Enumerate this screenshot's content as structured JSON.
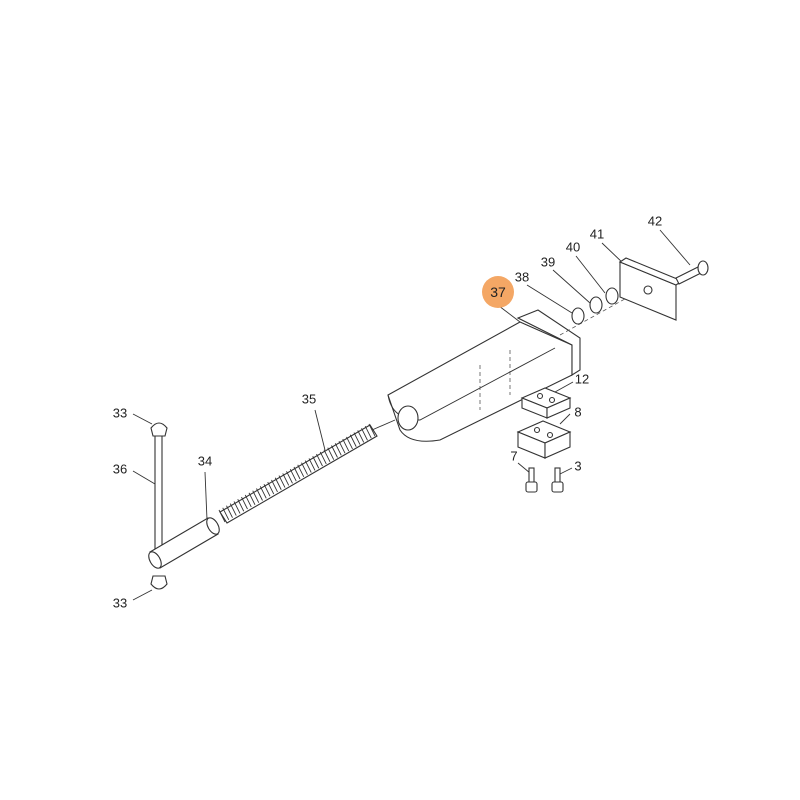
{
  "diagram": {
    "highlight_color": "#f4a765",
    "highlighted_part": "37",
    "callouts": [
      {
        "id": "33a",
        "label": "33"
      },
      {
        "id": "36",
        "label": "36"
      },
      {
        "id": "34",
        "label": "34"
      },
      {
        "id": "35",
        "label": "35"
      },
      {
        "id": "33b",
        "label": "33"
      },
      {
        "id": "37",
        "label": "37"
      },
      {
        "id": "38",
        "label": "38"
      },
      {
        "id": "39",
        "label": "39"
      },
      {
        "id": "40",
        "label": "40"
      },
      {
        "id": "41",
        "label": "41"
      },
      {
        "id": "42",
        "label": "42"
      },
      {
        "id": "12",
        "label": "12"
      },
      {
        "id": "8",
        "label": "8"
      },
      {
        "id": "7",
        "label": "7"
      },
      {
        "id": "3",
        "label": "3"
      }
    ]
  }
}
